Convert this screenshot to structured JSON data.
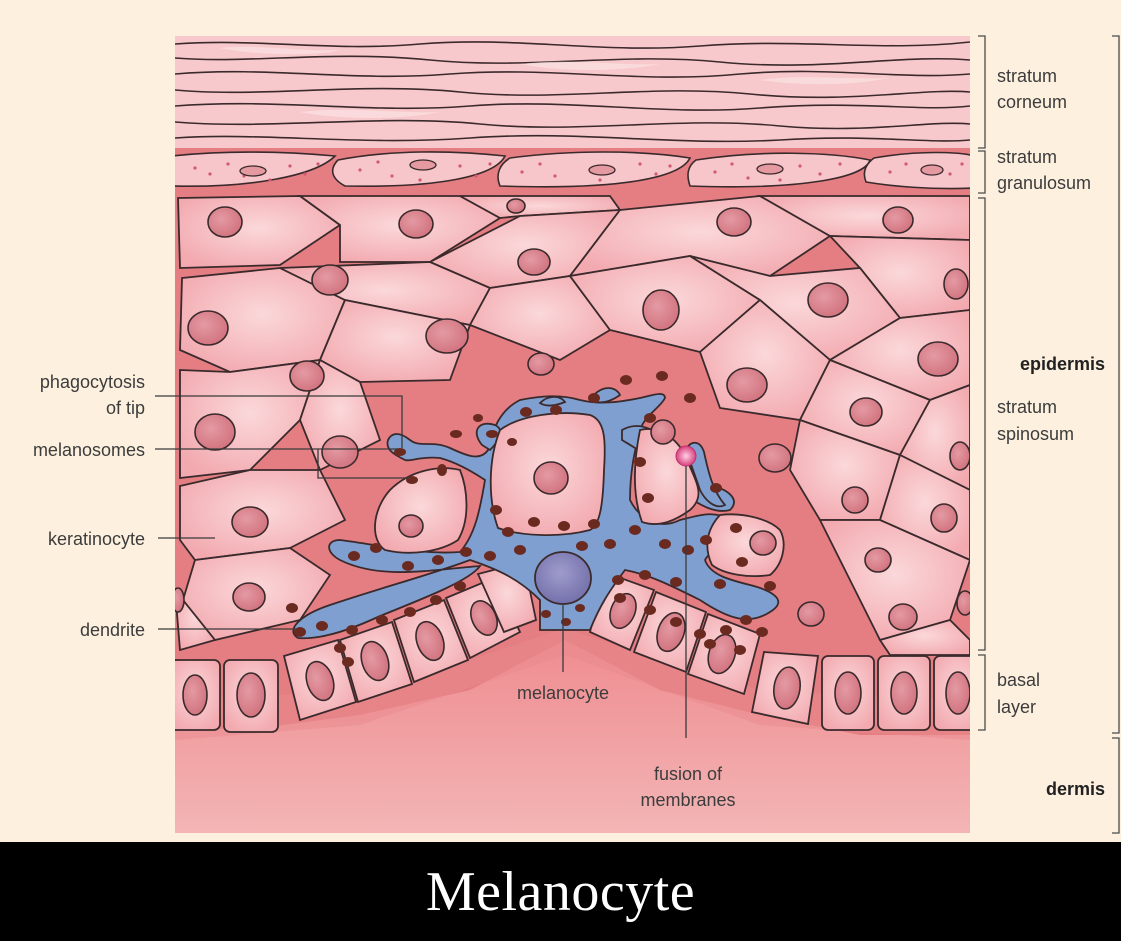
{
  "labels": {
    "layers": {
      "stratum_corneum": [
        "stratum",
        "corneum"
      ],
      "stratum_granulosum": [
        "stratum",
        "granulosum"
      ],
      "epidermis": "epidermis",
      "stratum_spinosum": [
        "stratum",
        "spinosum"
      ],
      "basal_layer": [
        "basal",
        "layer"
      ],
      "dermis": "dermis"
    },
    "left": {
      "phagocytosis": [
        "phagocytosis",
        "of tip"
      ],
      "melanosomes": "melanosomes",
      "keratinocyte": "keratinocyte",
      "dendrite": "dendrite"
    },
    "bottom": {
      "melanocyte": "melanocyte",
      "fusion": [
        "fusion of",
        "membranes"
      ]
    }
  },
  "caption": "Melanocyte",
  "colors": {
    "background": "#fdf0df",
    "cell_fill": "#f5bcc0",
    "cell_outline": "#3a2a2c",
    "intercellular": "#e2787e",
    "nucleus": "#d77b86",
    "melanocyte_body": "#7f9fd0",
    "melanocyte_nucleus": "#8a86bc",
    "melanosome": "#6b2a20",
    "dermis": "#f1a0a2",
    "caption_bar": "#000000",
    "caption_text": "#ffffff"
  }
}
